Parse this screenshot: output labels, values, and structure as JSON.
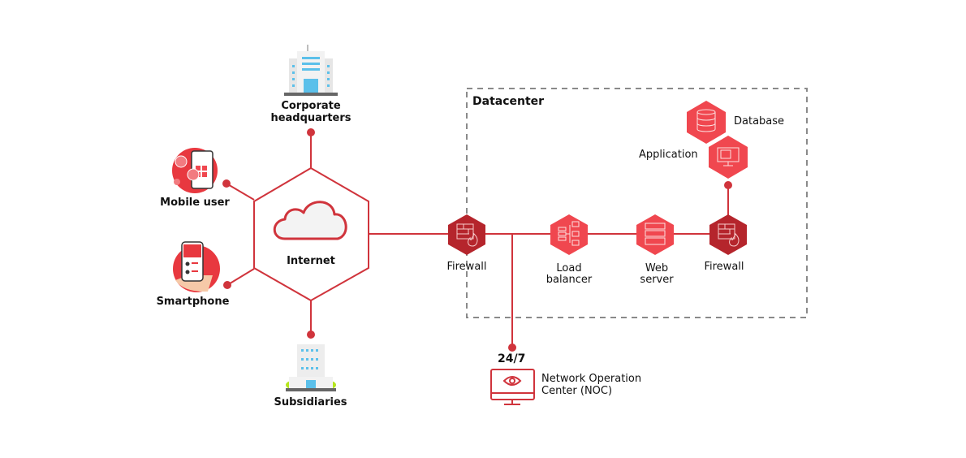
{
  "colors": {
    "line": "#d0343c",
    "dark_hex": "#b5252c",
    "light_hex": "#f0474f",
    "dashed_border": "#8a8a8a",
    "text": "#111111"
  },
  "left_nodes": {
    "hq": {
      "label_line1": "Corporate",
      "label_line2": "headquarters",
      "icon": "office-building-icon"
    },
    "mobile": {
      "label": "Mobile user",
      "icon": "mobile-user-icon"
    },
    "smartphone": {
      "label": "Smartphone",
      "icon": "smartphone-hand-icon"
    },
    "subsidiaries": {
      "label": "Subsidiaries",
      "icon": "building-icon"
    },
    "internet": {
      "label": "Internet",
      "icon": "cloud-icon"
    }
  },
  "datacenter": {
    "title": "Datacenter",
    "firewall_outer": {
      "label": "Firewall",
      "icon": "firewall-icon"
    },
    "load_balancer": {
      "label_line1": "Load",
      "label_line2": "balancer",
      "icon": "load-balancer-icon"
    },
    "web_server": {
      "label_line1": "Web",
      "label_line2": "server",
      "icon": "server-rack-icon"
    },
    "firewall_inner": {
      "label": "Firewall",
      "icon": "firewall-icon"
    },
    "application": {
      "label": "Application",
      "icon": "application-monitor-icon"
    },
    "database": {
      "label": "Database",
      "icon": "database-icon"
    }
  },
  "noc": {
    "badge": "24/7",
    "label_line1": "Network Operation",
    "label_line2": "Center (NOC)",
    "icon": "monitor-eye-icon"
  }
}
